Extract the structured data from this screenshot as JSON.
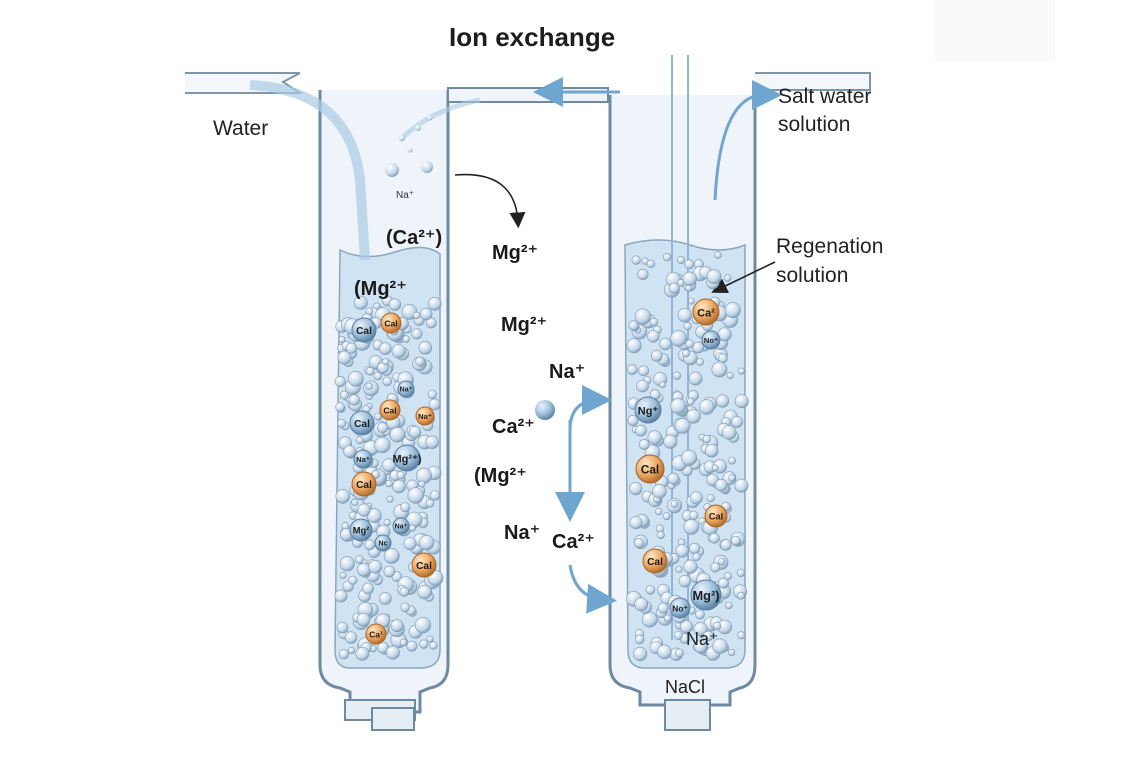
{
  "title": "Ion exchange",
  "labels": {
    "water": "Water",
    "salt_water_line1": "Salt water",
    "salt_water_line2": "solution",
    "regen_line1": "Regenation",
    "regen_line2": "solution",
    "nacl": "NaCl",
    "na_bottom": "Na⁺"
  },
  "left_column_labels": {
    "ca_top": "(Ca²⁺)",
    "mg_top": "(Mg²⁺",
    "na_drop": "Na⁺"
  },
  "middle_ions": {
    "mg1": "Mg²⁺",
    "mg2": "Mg²⁺",
    "na1": "Na⁺",
    "ca1": "Ca²⁺",
    "mg3": "(Mg²⁺",
    "na2": "Na⁺",
    "ca2": "Ca²⁺"
  },
  "left_beads": [
    "Cal",
    "Cal",
    "Na⁺",
    "Cal",
    "Cal",
    "Na⁺",
    "Na⁺",
    "Mg²⁺)",
    "Cal",
    "Mg²",
    "Na⁺",
    "Nc",
    "Cal",
    "Ca¹"
  ],
  "right_beads": [
    "Ca²",
    "No⁺",
    "Ng⁺",
    "Cal",
    "Cal",
    "Cal",
    "Mg²)",
    "No⁺"
  ],
  "colors": {
    "water": "#cfe3f3",
    "column_outline": "#6e8aa3",
    "arrow": "#6fa6cf",
    "bead_blue": "#8fb6d6",
    "bead_orange": "#e9a765"
  }
}
